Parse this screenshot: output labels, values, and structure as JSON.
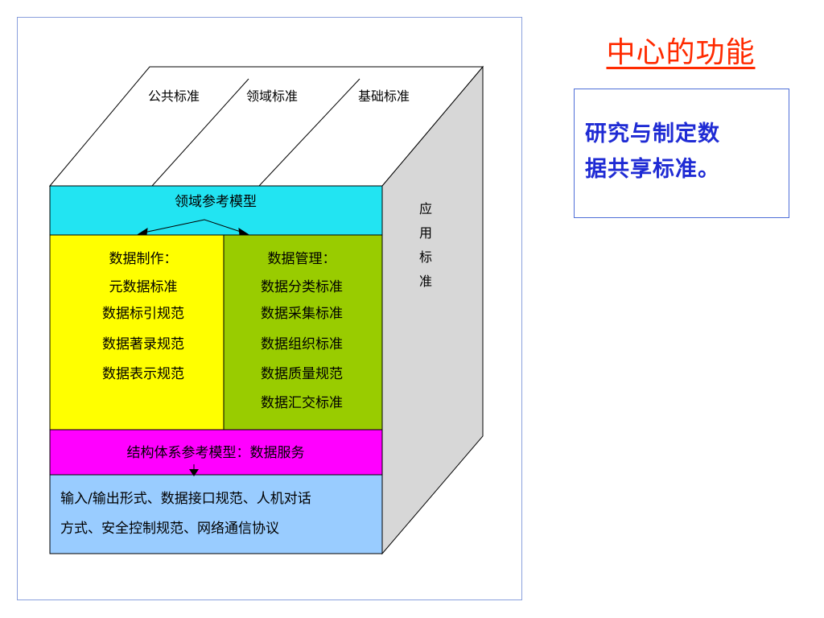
{
  "top_labels": [
    "公共标准",
    "领域标准",
    "基础标准"
  ],
  "side_label": [
    "应",
    "用",
    "标",
    "准"
  ],
  "domain_model": "领域参考模型",
  "data_production": {
    "title": "数据制作：",
    "items": [
      "元数据标准",
      "数据标引规范",
      "数据著录规范",
      "数据表示规范"
    ]
  },
  "data_management": {
    "title": "数据管理：",
    "items": [
      "数据分类标准",
      "数据采集标准",
      "数据组织标准",
      "数据质量规范",
      "数据汇交标准"
    ]
  },
  "architecture_model": "结构体系参考模型：数据服务",
  "io_lines": [
    "输入/输出形式、数据接口规范、人机对话",
    "方式、安全控制规范、网络通信协议"
  ],
  "center_title": "中心的功能",
  "description_lines": [
    "研究与制定数",
    "据共享标准。"
  ],
  "colors": {
    "cyan": "#22e4f2",
    "yellow": "#ffff00",
    "green": "#99cc00",
    "magenta": "#ff00ff",
    "light_blue": "#99ccff",
    "side_gray": "#d7d7d7",
    "title_red": "#ff2a00",
    "text_blue": "#1f2bd4"
  }
}
